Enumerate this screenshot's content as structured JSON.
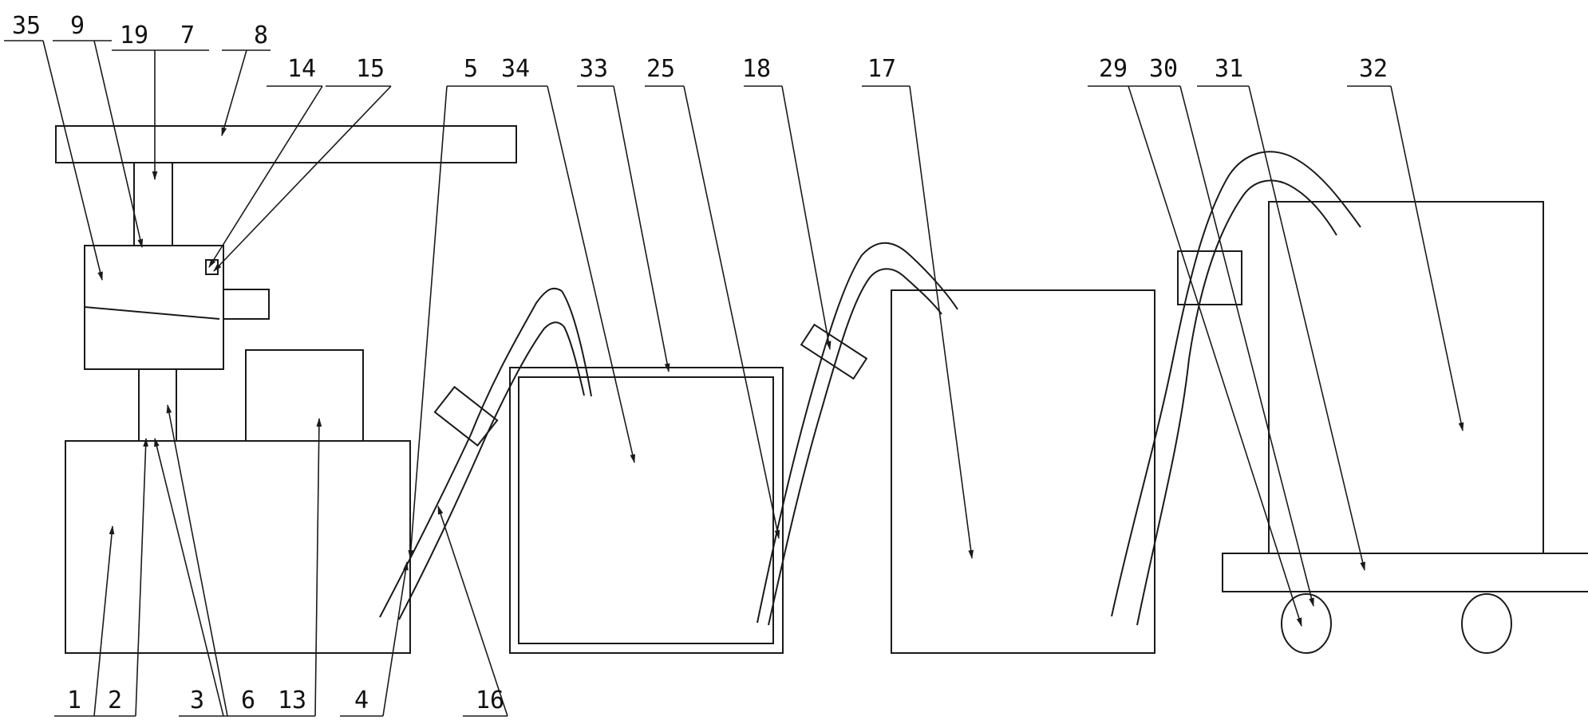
{
  "diagram": {
    "line_color": "#1a1a1a",
    "background": "#ffffff",
    "top_labels": [
      "35",
      "9",
      "19",
      "7",
      "8",
      "14",
      "15",
      "5",
      "34",
      "33",
      "25",
      "18",
      "17",
      "29",
      "30",
      "31",
      "32"
    ],
    "bottom_labels": [
      "1",
      "2",
      "3",
      "6",
      "13",
      "4",
      "16"
    ]
  }
}
